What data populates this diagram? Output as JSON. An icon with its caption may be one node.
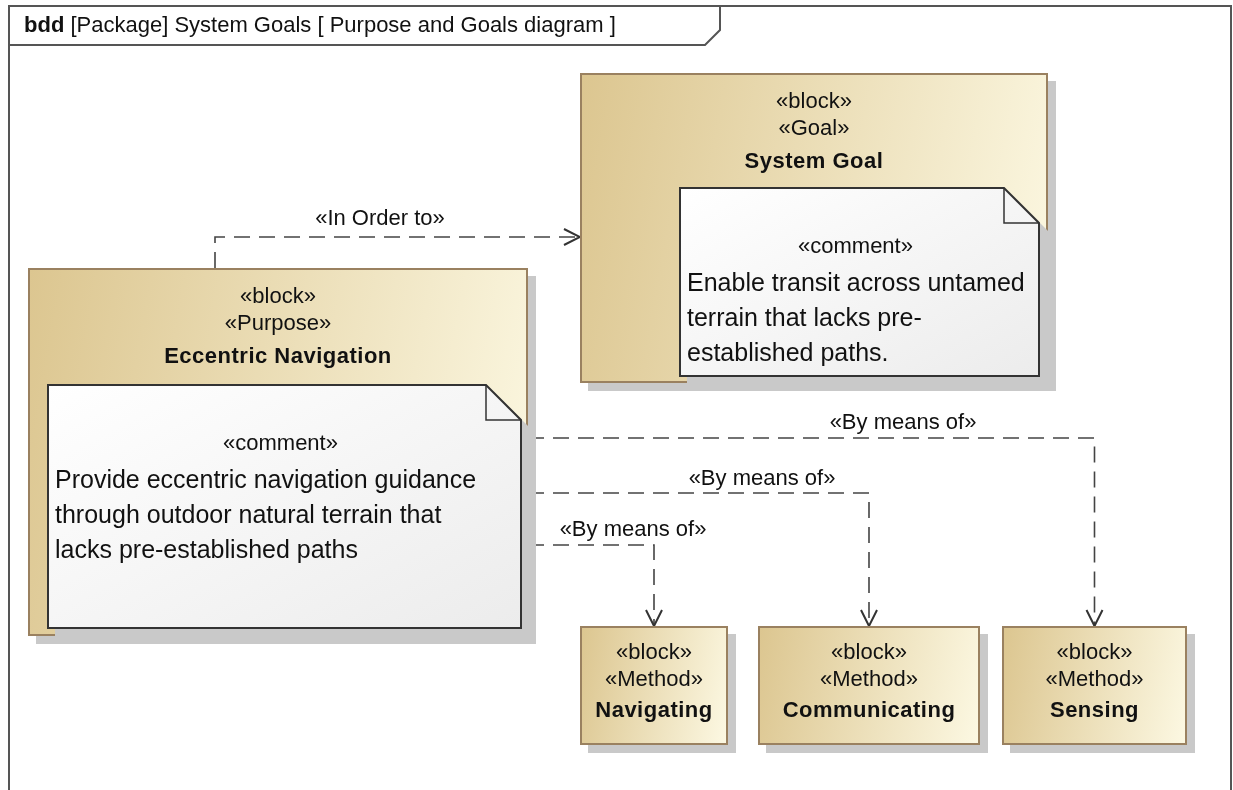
{
  "diagram": {
    "title": "**bdd** [Package] System Goals [ Purpose and Goals diagram ]",
    "nodes": [
      {
        "text": [
          "«block»",
          "«Goal»",
          "System Goal"
        ]
      },
      {
        "text": [
          "«comment»",
          "Enable transit across untamed terrain that lacks pre-established paths."
        ],
        "in": 0
      },
      {
        "text": [
          "«block»",
          "«Purpose»",
          "Eccentric Navigation"
        ]
      },
      {
        "text": [
          "«comment»",
          "Provide eccentric navigation guidance through outdoor natural terrain that lacks pre-established paths"
        ],
        "in": 2
      },
      {
        "text": [
          "«block»",
          "«Method»",
          "Navigating"
        ]
      },
      {
        "text": [
          "«block»",
          "«Method»",
          "Communicating"
        ]
      },
      {
        "text": [
          "«block»",
          "«Method»",
          "Sensing"
        ]
      }
    ],
    "edges": [
      {
        "from": 2,
        "to": 0,
        "arrow": "to",
        "label": "«In Order to»",
        "style": "dashed"
      },
      {
        "from": 2,
        "to": 6,
        "arrow": "to",
        "label": "«By means of»",
        "style": "dashed"
      },
      {
        "from": 2,
        "to": 5,
        "arrow": "to",
        "label": "«By means of»",
        "style": "dashed"
      },
      {
        "from": 2,
        "to": 4,
        "arrow": "to",
        "label": "«By means of»",
        "style": "dashed"
      }
    ]
  }
}
